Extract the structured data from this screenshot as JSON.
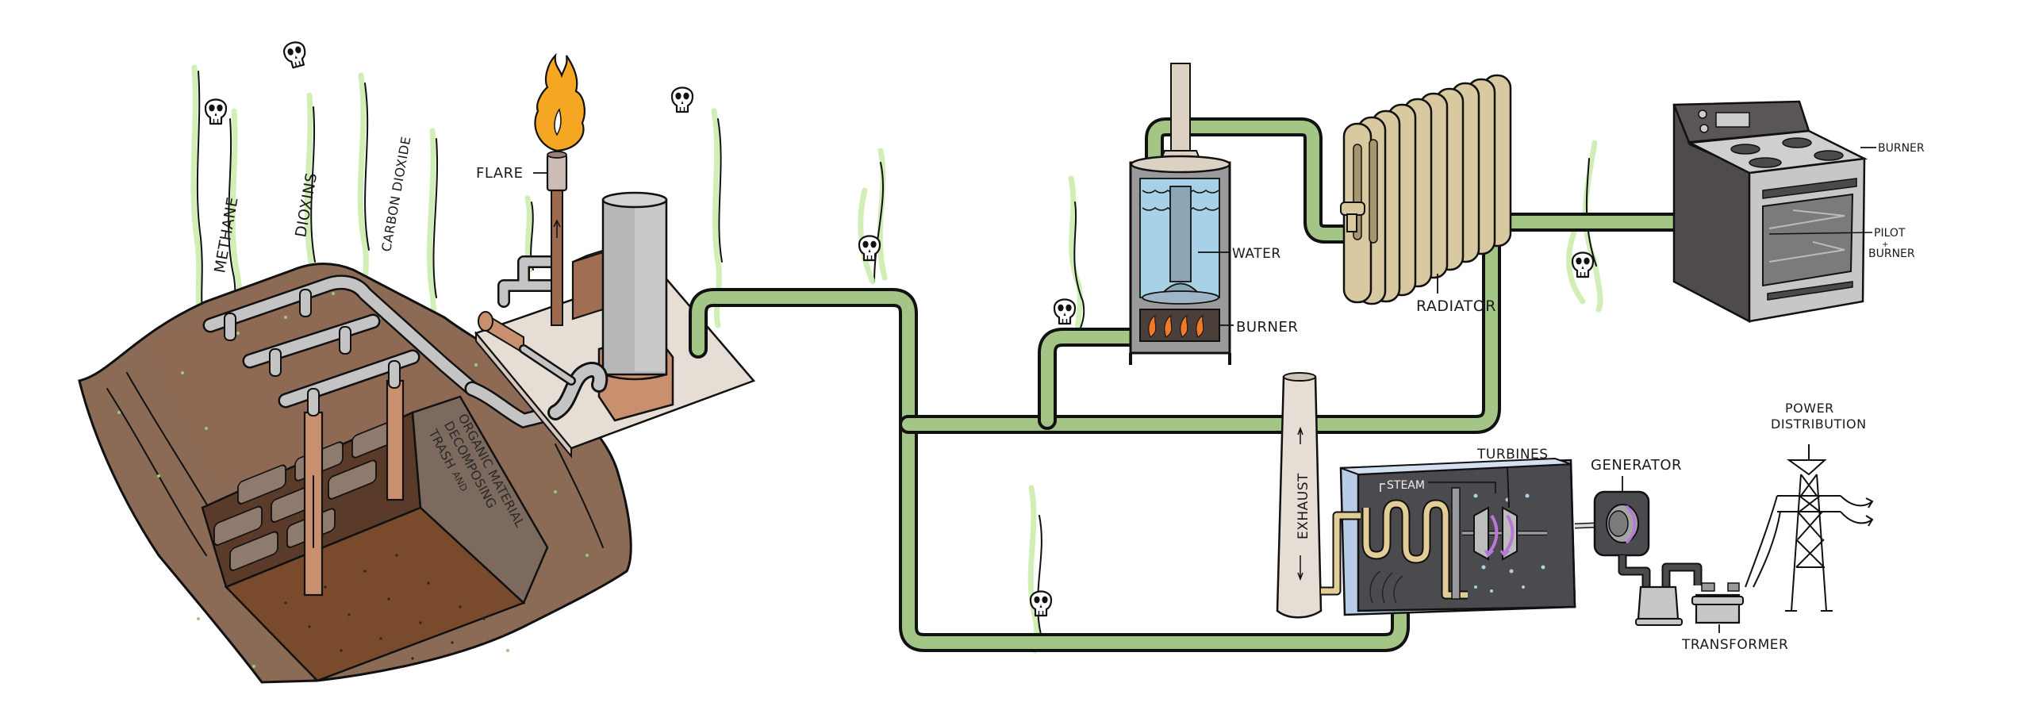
{
  "title": "Landfill gas to energy",
  "colors": {
    "gas_pipe": "#a3c585",
    "gas_fumes": "#c9ebaa",
    "soil": "#8b6a56",
    "soil_dark": "#7a4a2c",
    "flame": "#f5a623",
    "water": "#a8d0e6",
    "radiator": "#d8c9a0",
    "stove": "#5a5657",
    "plant_box": "#4b4a4f",
    "plant_side": "#b8cce8",
    "turbine_arrows": "#b879d6",
    "steam_coil": "#e2cd96"
  },
  "landfill": {
    "gases": [
      {
        "label": "METHANE"
      },
      {
        "label": "DIOXINS"
      },
      {
        "label": "CARBON DIOXIDE"
      }
    ],
    "wall_label_lines": [
      "TRASH",
      "AND",
      "DECOMPOSING",
      "ORGANIC MATERIAL"
    ]
  },
  "flare": {
    "label": "FLARE"
  },
  "water_heater": {
    "water_label": "WATER",
    "burner_label": "BURNER"
  },
  "radiator": {
    "label": "RADIATOR"
  },
  "stove": {
    "burner_label": "BURNER",
    "pilot_label_lines": [
      "PILOT",
      "+",
      "BURNER"
    ]
  },
  "power_plant": {
    "exhaust_label": "EXHAUST",
    "steam_label": "STEAM",
    "turbines_label": "TURBINES",
    "generator_label": "GENERATOR",
    "transformer_label": "TRANSFORMER",
    "distribution_label_lines": [
      "POWER",
      "DISTRIBUTION"
    ]
  },
  "hazard_icon": "skull-icon"
}
